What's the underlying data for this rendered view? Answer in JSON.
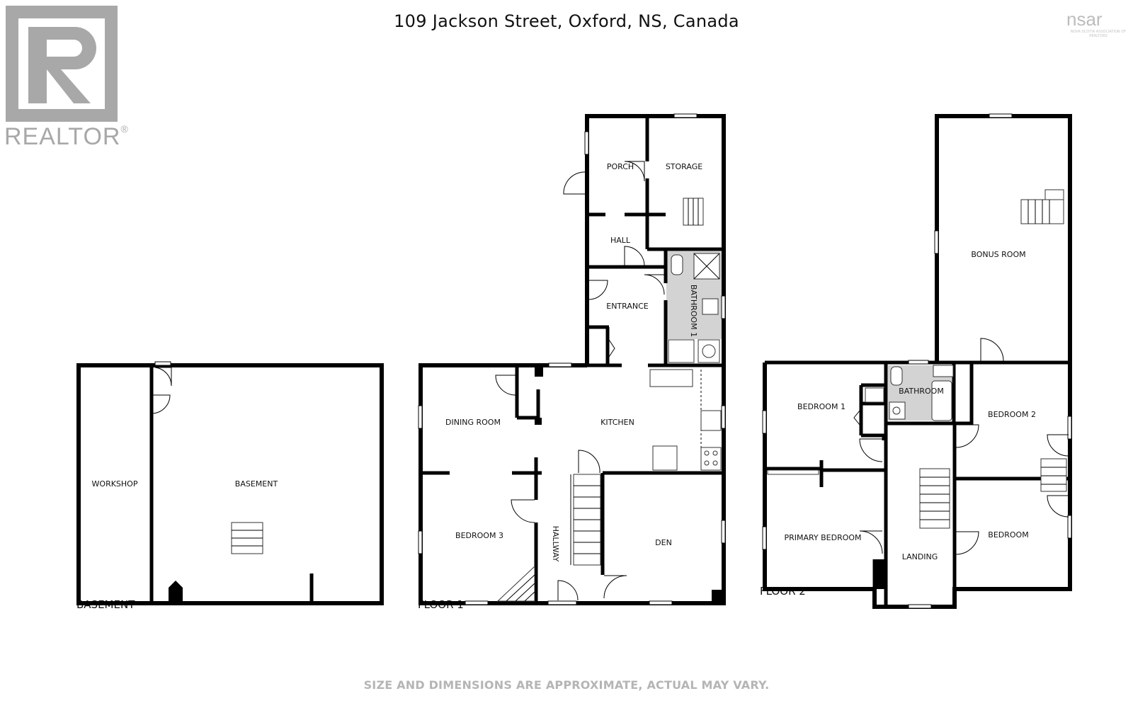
{
  "header": {
    "address": "109 Jackson Street, Oxford, NS, Canada"
  },
  "footer": {
    "disclaimer": "SIZE AND DIMENSIONS ARE APPROXIMATE, ACTUAL MAY VARY."
  },
  "logos": {
    "realtor": {
      "text": "REALTOR",
      "mark": "®"
    },
    "nsar": {
      "text": "nsar",
      "tagline": "NOVA SCOTIA ASSOCIATION OF REALTORS"
    }
  },
  "floors": {
    "basement": {
      "label": "BASEMENT",
      "rooms": {
        "workshop": "WORKSHOP",
        "basement": "BASEMENT"
      }
    },
    "floor1": {
      "label": "FLOOR 1",
      "rooms": {
        "porch": "PORCH",
        "storage": "STORAGE",
        "hall": "HALL",
        "entrance": "ENTRANCE",
        "bathroom1": "BATHROOM 1",
        "dining_room": "DINING ROOM",
        "kitchen": "KITCHEN",
        "bedroom3": "BEDROOM 3",
        "hallway": "HALLWAY",
        "den": "DEN"
      }
    },
    "floor2": {
      "label": "FLOOR 2",
      "rooms": {
        "bonus_room": "BONUS ROOM",
        "bedroom1": "BEDROOM 1",
        "bathroom": "BATHROOM",
        "bedroom2": "BEDROOM 2",
        "primary_bedroom": "PRIMARY BEDROOM",
        "landing": "LANDING",
        "bedroom": "BEDROOM"
      }
    }
  },
  "colors": {
    "wall": "#000000",
    "bathroom_fill": "#d3d3d3",
    "logo_gray": "#a8a8a8"
  }
}
